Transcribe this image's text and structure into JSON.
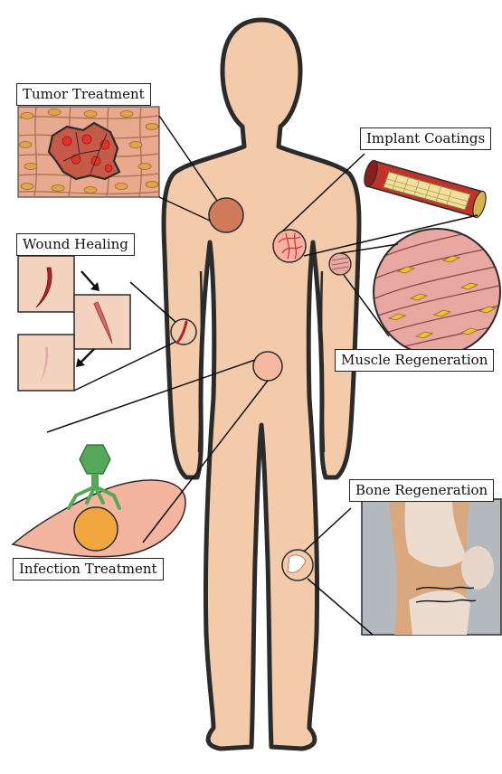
{
  "labels": {
    "tumor": "Tumor Treatment",
    "implant": "Implant Coatings",
    "wound": "Wound Healing",
    "muscle": "Muscle Regeneration",
    "infection": "Infection Treatment",
    "bone": "Bone Regeneration"
  },
  "colors": {
    "skin": "#f3cbaa",
    "outline": "#2b2b2b",
    "tumor_site": "#cf7a5a",
    "wound_red": "#b3202a",
    "phage_green": "#55a85a",
    "cell_pink": "#f3b4a0",
    "nucleus_orange": "#f2a640",
    "bone_bg": "#b3b9bd"
  },
  "icons": {
    "arrow_down_right": "arrow-icon",
    "arrow_down_left": "arrow-icon"
  }
}
